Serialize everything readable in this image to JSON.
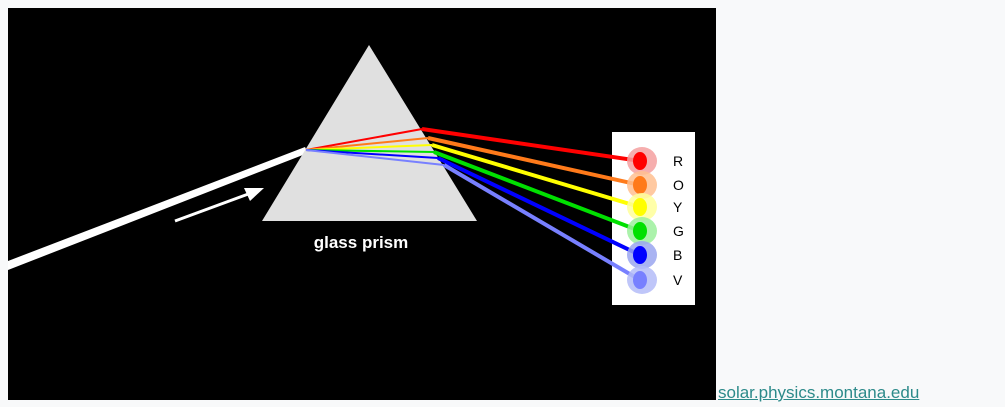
{
  "diagram": {
    "prism_label": "glass prism",
    "colors": {
      "background": "#000000",
      "prism": "#e0e0e0",
      "beam": "#ffffff",
      "screen": "#ffffff"
    },
    "spectrum": [
      {
        "letter": "R",
        "color": "#ff0000",
        "glow": "#f4a0a0"
      },
      {
        "letter": "O",
        "color": "#ff7a1a",
        "glow": "#ffbf90"
      },
      {
        "letter": "Y",
        "color": "#ffff00",
        "glow": "#ffff9a"
      },
      {
        "letter": "G",
        "color": "#00e000",
        "glow": "#9cf09c"
      },
      {
        "letter": "B",
        "color": "#0000ff",
        "glow": "#9aa6f0"
      },
      {
        "letter": "V",
        "color": "#7880ff",
        "glow": "#b4bcf8"
      }
    ]
  },
  "source": {
    "text": "solar.physics.montana.edu"
  }
}
